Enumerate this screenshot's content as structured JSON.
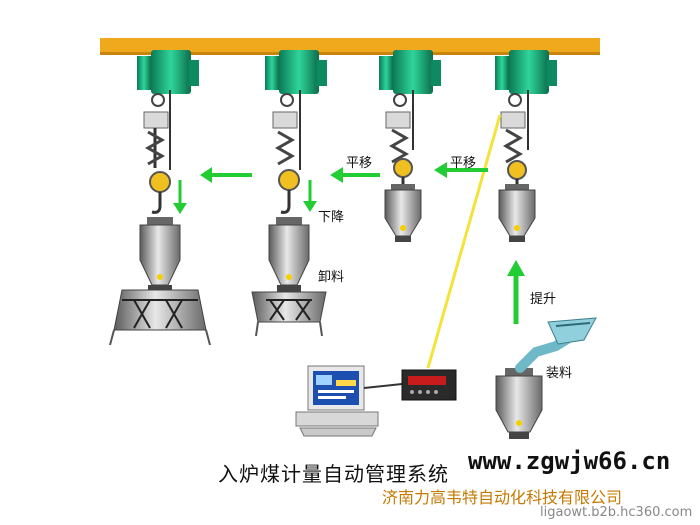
{
  "labels": {
    "move_1": "平移",
    "move_2": "平移",
    "lower": "下降",
    "unload": "卸料",
    "lift": "提升",
    "load": "装料"
  },
  "caption": "入炉煤计量自动管理系统",
  "watermark": {
    "site": "www.zgwjw66.cn",
    "company": "济南力高韦特自动化科技有限公司",
    "domain": "ligaowt.b2b.hc360.com"
  },
  "colors": {
    "rail": "#f0a81c",
    "hoist": "#1aa37a",
    "arrow": "#22cc33",
    "signal_line": "#f5e23a",
    "hopper": "#9a9a9a"
  }
}
